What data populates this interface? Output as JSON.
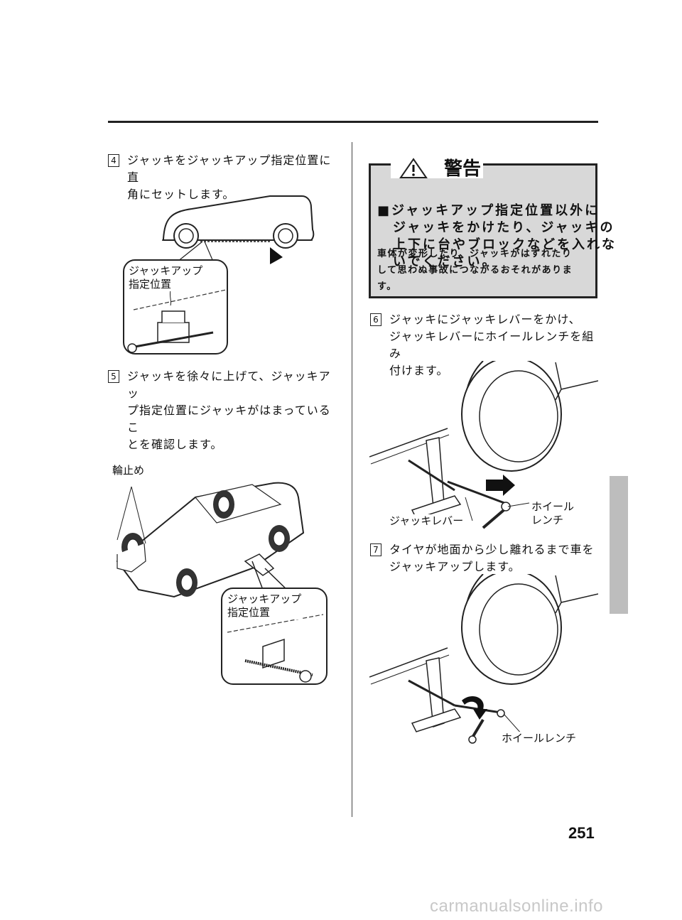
{
  "steps": [
    {
      "num": "4",
      "lines": [
        "ジャッキをジャッキアップ指定位置に直",
        "角にセットします。"
      ]
    },
    {
      "num": "5",
      "lines": [
        "ジャッキを徐々に上げて、ジャッキアッ",
        "プ指定位置にジャッキがはまっているこ",
        "とを確認します。"
      ]
    },
    {
      "num": "6",
      "lines": [
        "ジャッキにジャッキレバーをかけ、",
        "ジャッキレバーにホイールレンチを組み",
        "付けます。"
      ]
    },
    {
      "num": "7",
      "lines": [
        "タイヤが地面から少し離れるまで車を",
        "ジャッキアップします。"
      ]
    }
  ],
  "warning": {
    "title": "警告",
    "bold_lines": [
      "■ジャッキアップ指定位置以外に",
      "ジャッキをかけたり、ジャッキの",
      "上下に台やブロックなどを入れな",
      "いでください。"
    ],
    "body_lines": [
      "車体が変形したり、ジャッキがはずれたり",
      "して思わぬ事故につながるおそれがありま",
      "す。"
    ]
  },
  "labels": {
    "jackup_point_1": [
      "ジャッキアップ",
      "指定位置"
    ],
    "jackup_point_2": [
      "ジャッキアップ",
      "指定位置"
    ],
    "wheel_chocks": "輪止め",
    "jack_lever": "ジャッキレバー",
    "wheel_wrench_split": [
      "ホイール",
      "レンチ"
    ],
    "wheel_wrench": "ホイールレンチ"
  },
  "page_number": "251",
  "watermark": "carmanualsonline.info"
}
